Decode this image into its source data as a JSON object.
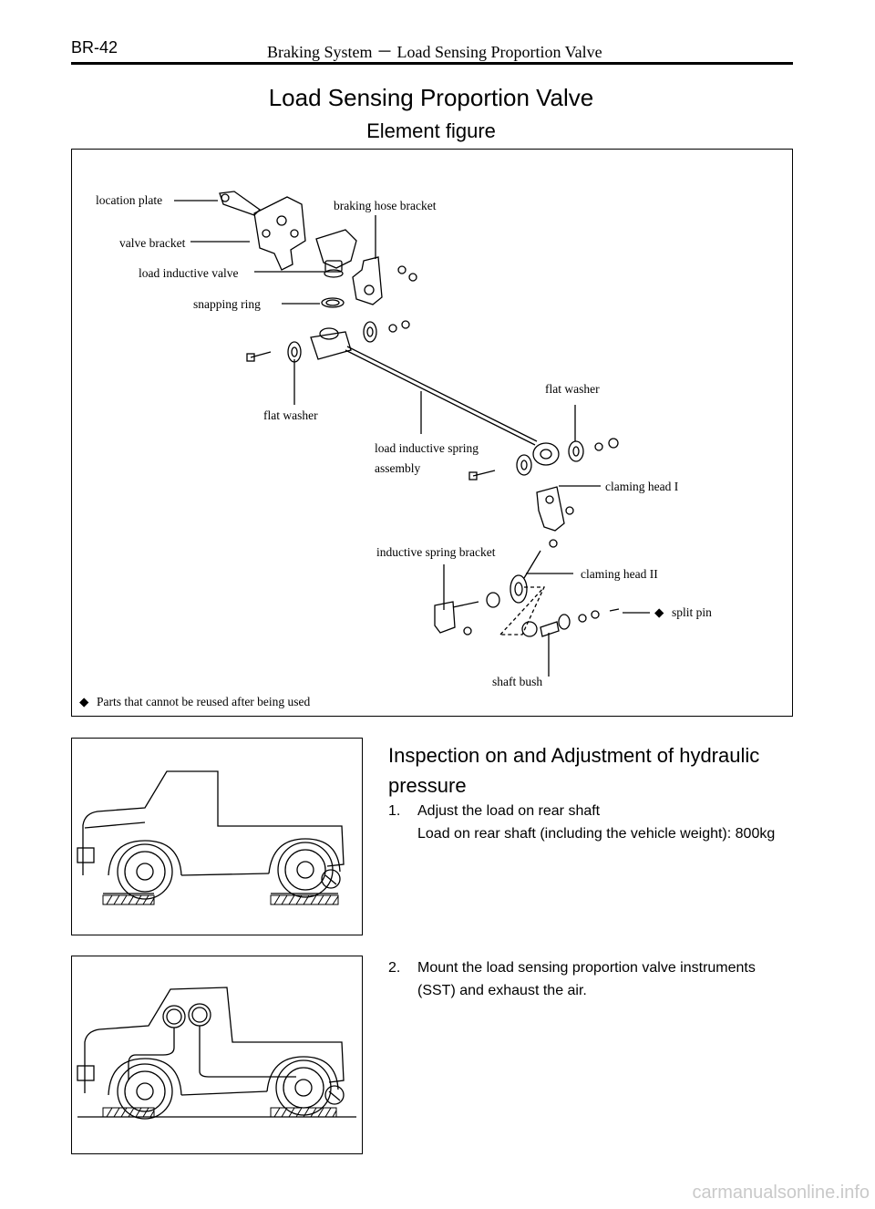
{
  "header": {
    "page_number": "BR-42",
    "running_title": "Braking System － Load Sensing Proportion Valve"
  },
  "title": "Load Sensing Proportion Valve",
  "subtitle": "Element figure",
  "figure": {
    "labels": {
      "location_plate": "location plate",
      "braking_hose_bracket": "braking hose bracket",
      "valve_bracket": "valve bracket",
      "load_inductive_valve": "load inductive valve",
      "snapping_ring": "snapping ring",
      "flat_washer_left": "flat washer",
      "flat_washer_right": "flat washer",
      "spring_assembly_line1": "load inductive spring",
      "spring_assembly_line2": "assembly",
      "claming_head_1": "claming head I",
      "inductive_spring_bracket": "inductive spring bracket",
      "claming_head_2": "claming head II",
      "split_pin": "split pin",
      "shaft_bush": "shaft bush"
    },
    "legend_symbol": "◆",
    "legend_text": "Parts that cannot be reused after being used"
  },
  "section": {
    "title": "Inspection on and Adjustment of hydraulic pressure",
    "step1_label": "1.",
    "step1_text": "Adjust the load on rear shaft",
    "step1_detail": "Load on rear shaft (including the vehicle weight): 800kg",
    "step2_label": "2.",
    "step2_line1": "Mount the load sensing proportion valve instruments",
    "step2_line2": "(SST) and exhaust the air."
  },
  "watermark": "carmanualsonline.info"
}
